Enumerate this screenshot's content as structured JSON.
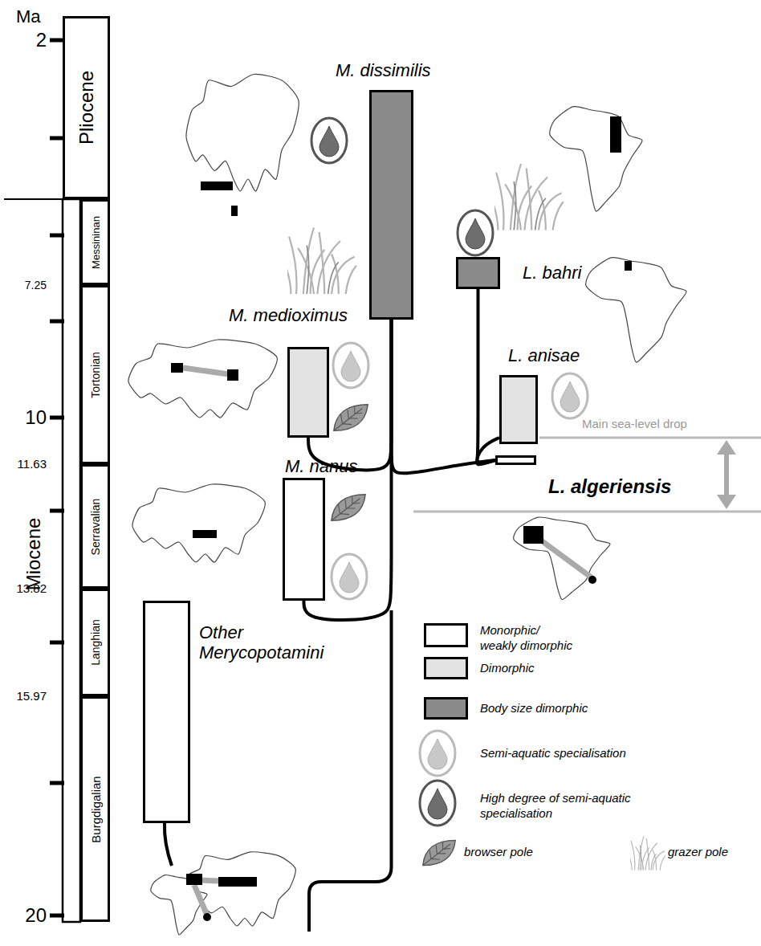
{
  "diagram": {
    "nodes": [
      {
        "text": [
          "Pliocene"
        ]
      },
      {
        "text": [
          "Messininan"
        ]
      },
      {
        "text": [
          "Tortonian"
        ]
      },
      {
        "text": [
          "Serravalian"
        ]
      },
      {
        "text": [
          "Langhian"
        ]
      },
      {
        "text": [
          "Burgdigalian"
        ]
      },
      {
        "text": [
          "M. dissimilis"
        ]
      },
      {
        "text": [
          "L. bahri"
        ]
      },
      {
        "text": [
          "M. medioximus"
        ]
      },
      {
        "text": [
          "L. anisae"
        ]
      },
      {
        "text": [
          "M. nanus"
        ]
      },
      {
        "text": [
          "L. algeriensis"
        ]
      },
      {
        "text": [
          "Other Merycopotamini"
        ]
      }
    ],
    "edges": [
      {
        "from": 6,
        "to": 10,
        "arrow": "none"
      },
      {
        "from": 6,
        "to": 8,
        "arrow": "none"
      },
      {
        "from": 6,
        "to": 11,
        "arrow": "none"
      },
      {
        "from": 11,
        "to": 7,
        "arrow": "none"
      },
      {
        "from": 11,
        "to": 9,
        "arrow": "none"
      }
    ],
    "labels": [
      "Ma",
      "2",
      "7.25",
      "10",
      "11.63",
      "13.82",
      "15.97",
      "20",
      "Miocene",
      "Main sea-level drop"
    ],
    "legend": [
      {
        "text": "Monorphic/ weakly dimorphic",
        "color": "#ffffff"
      },
      {
        "text": "Dimorphic",
        "color": "#e3e3e3"
      },
      {
        "text": "Body size dimorphic",
        "color": "#8a8a8a"
      },
      {
        "text": "Semi-aquatic specialisation"
      },
      {
        "text": "High degree of semi-aquatic specialisation"
      },
      {
        "text": "browser pole"
      },
      {
        "text": "grazer pole"
      }
    ]
  }
}
